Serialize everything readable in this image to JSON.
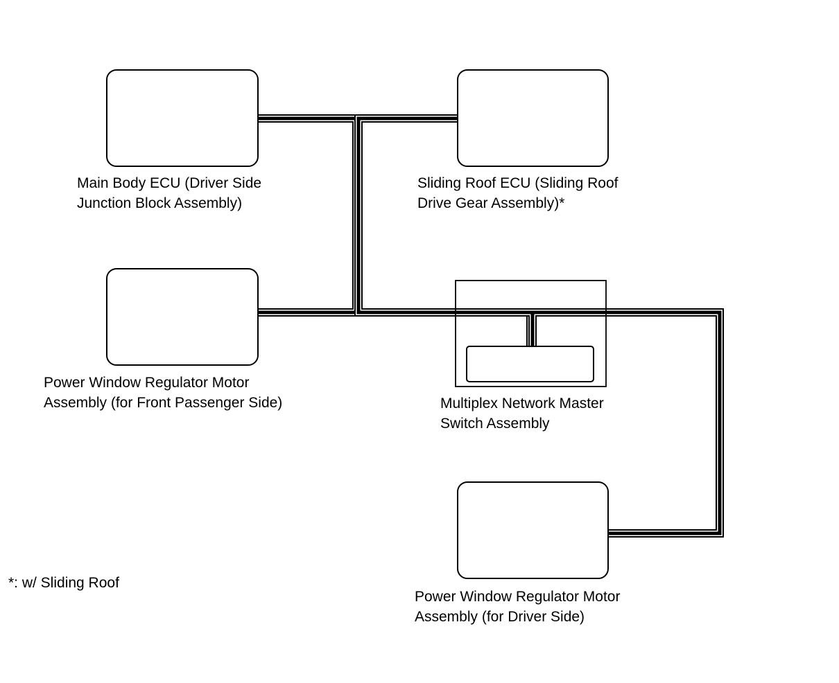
{
  "components": {
    "main_body_ecu": {
      "line1": "Main Body ECU (Driver Side",
      "line2": "Junction Block Assembly)"
    },
    "sliding_roof_ecu": {
      "line1": "Sliding Roof ECU (Sliding Roof",
      "line2": "Drive Gear Assembly)*"
    },
    "pw_front_passenger": {
      "line1": "Power Window Regulator Motor",
      "line2": "Assembly (for Front Passenger Side)"
    },
    "master_switch": {
      "line1": "Multiplex Network Master",
      "line2": "Switch Assembly"
    },
    "pw_driver": {
      "line1": "Power Window Regulator Motor",
      "line2": "Assembly (for Driver Side)"
    }
  },
  "footnote": "*: w/ Sliding Roof",
  "colors": {
    "line": "#000000",
    "background": "#ffffff"
  }
}
